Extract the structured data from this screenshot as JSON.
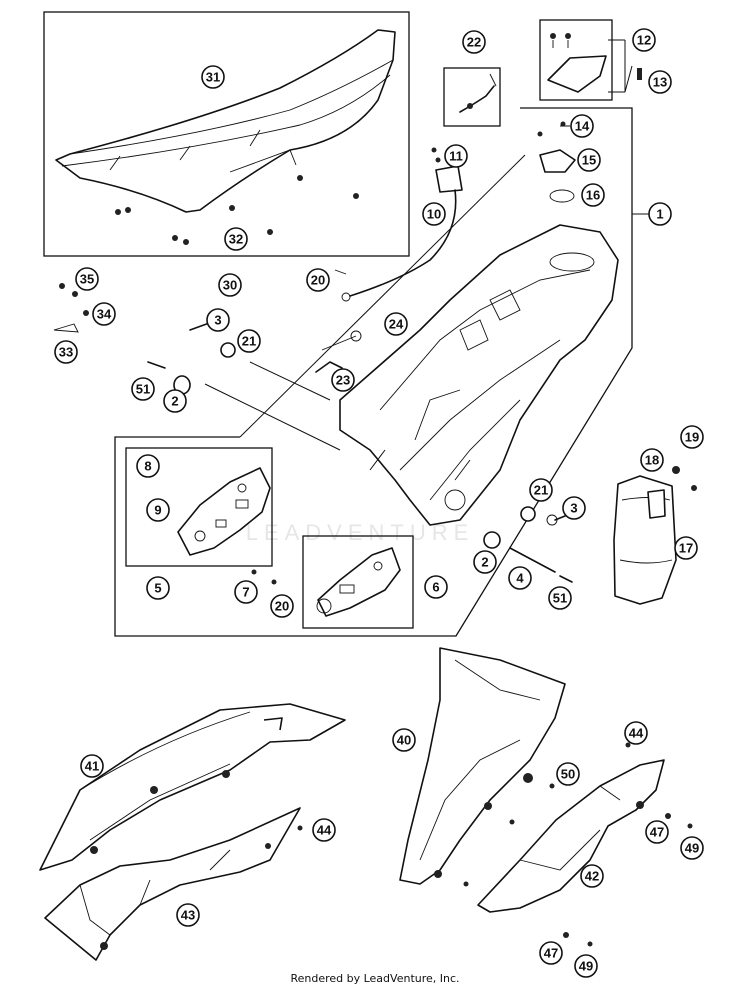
{
  "diagram": {
    "callouts": [
      "1",
      "2",
      "3",
      "4",
      "5",
      "6",
      "7",
      "8",
      "9",
      "10",
      "11",
      "12",
      "13",
      "14",
      "15",
      "16",
      "17",
      "18",
      "19",
      "20",
      "21",
      "22",
      "23",
      "24",
      "30",
      "31",
      "32",
      "33",
      "34",
      "35",
      "40",
      "41",
      "42",
      "43",
      "44",
      "47",
      "49",
      "50",
      "51"
    ]
  },
  "watermark": "LEADVENTURE",
  "footer": {
    "text": "Rendered by LeadVenture, Inc."
  }
}
